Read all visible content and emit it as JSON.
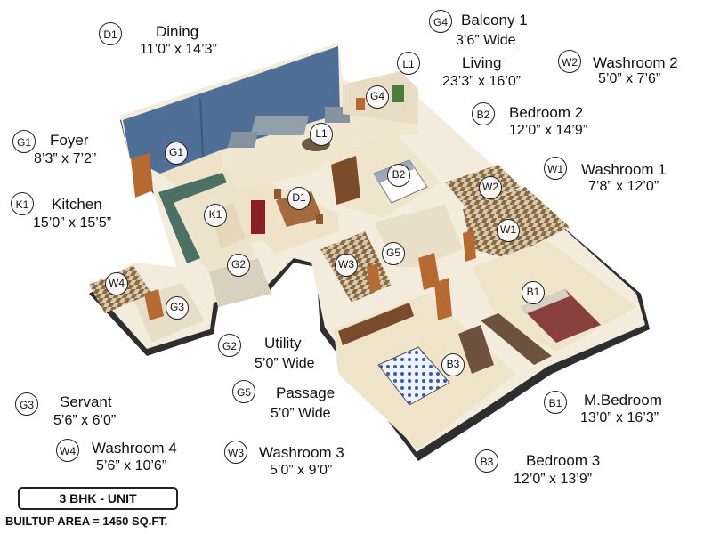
{
  "legend": [
    {
      "code": "D1",
      "name": "Dining",
      "dim": "11’0” x 14’3”"
    },
    {
      "code": "G4",
      "name": "Balcony 1",
      "dim": "3’6” Wide"
    },
    {
      "code": "L1",
      "name": "Living",
      "dim": "23’3” x 16’0”"
    },
    {
      "code": "W2",
      "name": "Washroom 2",
      "dim": "5’0” x 7’6”"
    },
    {
      "code": "B2",
      "name": "Bedroom 2",
      "dim": "12’0” x 14’9”"
    },
    {
      "code": "G1",
      "name": "Foyer",
      "dim": "8’3” x 7’2”"
    },
    {
      "code": "W1",
      "name": "Washroom 1",
      "dim": "7’8” x 12’0”"
    },
    {
      "code": "K1",
      "name": "Kitchen",
      "dim": "15’0” x 15’5”"
    },
    {
      "code": "G2",
      "name": "Utility",
      "dim": "5’0” Wide"
    },
    {
      "code": "G5",
      "name": "Passage",
      "dim": "5’0” Wide"
    },
    {
      "code": "B1",
      "name": "M.Bedroom",
      "dim": "13’0” x 16’3”"
    },
    {
      "code": "G3",
      "name": "Servant",
      "dim": "5’6” x 6’0”"
    },
    {
      "code": "W4",
      "name": "Washroom 4",
      "dim": "5’6” x 10’6”"
    },
    {
      "code": "W3",
      "name": "Washroom 3",
      "dim": "5’0” x 9’0”"
    },
    {
      "code": "B3",
      "name": "Bedroom 3",
      "dim": "12’0” x 13’9”"
    }
  ],
  "plan_tags": [
    "L1",
    "G4",
    "B2",
    "W2",
    "G1",
    "D1",
    "K1",
    "W1",
    "G5",
    "G2",
    "W3",
    "B1",
    "W4",
    "G3",
    "B3"
  ],
  "unit_type": "3 BHK - UNIT",
  "builtup_area": "BUILTUP AREA = 1450 SQ.FT.",
  "colors": {
    "accent_wall": "#4f6f97",
    "floor": "#efe6d2",
    "wall_top": "#ffffff",
    "wall_side": "#3a3a3a",
    "wood": "#b56a32",
    "tile": "#c9b79a"
  }
}
